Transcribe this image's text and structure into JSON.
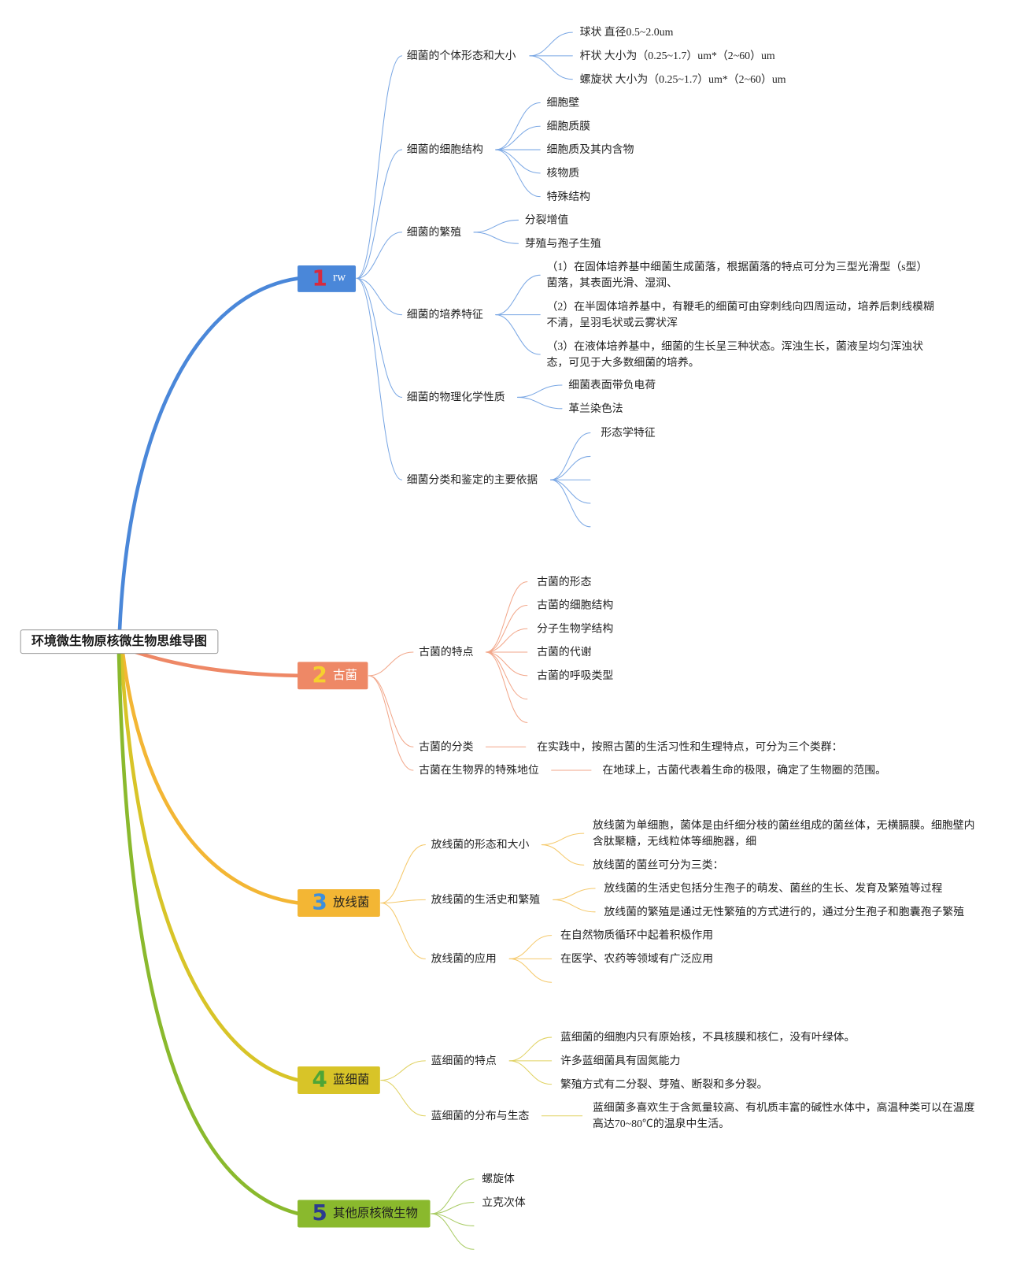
{
  "title": "环境微生物原核微生物思维导图",
  "branches": [
    {
      "number": "1",
      "label": "rw",
      "color": "#4a87d9",
      "line_color": "#7aa7e4",
      "number_color": "#d62a3f",
      "children": [
        {
          "label": "细菌的个体形态和大小",
          "items": [
            "球状 直径0.5~2.0um",
            "杆状 大小为（0.25~1.7）um*（2~60）um",
            "螺旋状 大小为（0.25~1.7）um*（2~60）um"
          ]
        },
        {
          "label": "细菌的细胞结构",
          "items": [
            "细胞壁",
            "细胞质膜",
            "细胞质及其内含物",
            "核物质",
            "特殊结构"
          ]
        },
        {
          "label": "细菌的繁殖",
          "items": [
            "分裂增值",
            "芽殖与孢子生殖"
          ]
        },
        {
          "label": "细菌的培养特征",
          "items": [
            [
              "（1）在固体培养基中细菌生成菌落，根据菌落的特点可分为三型光滑型（s型）",
              "菌落，其表面光滑、湿润、"
            ],
            [
              "（2）在半固体培养基中，有鞭毛的细菌可由穿刺线向四周运动，培养后刺线模糊",
              "不清，呈羽毛状或云雾状浑"
            ],
            [
              "（3）在液体培养基中，细菌的生长呈三种状态。浑浊生长，菌液呈均匀浑浊状",
              "态，可见于大多数细菌的培养。"
            ]
          ]
        },
        {
          "label": "细菌的物理化学性质",
          "items": [
            "细菌表面带负电荷",
            "革兰染色法"
          ]
        },
        {
          "label": "细菌分类和鉴定的主要依据",
          "items": [
            "形态学特征"
          ]
        }
      ]
    },
    {
      "number": "2",
      "label": "古菌",
      "color": "#ee8866",
      "line_color": "#f2a689",
      "number_color": "#f6d02e",
      "children": [
        {
          "label": "古菌的特点",
          "items": [
            "古菌的形态",
            "古菌的细胞结构",
            "分子生物学结构",
            "古菌的代谢",
            "古菌的呼吸类型"
          ]
        },
        {
          "label": "古菌的分类",
          "items": [
            "在实践中，按照古菌的生活习性和生理特点，可分为三个类群："
          ]
        },
        {
          "label": "古菌在生物界的特殊地位",
          "items": [
            "在地球上，古菌代表着生命的极限，确定了生物圈的范围。"
          ]
        }
      ]
    },
    {
      "number": "3",
      "label": "放线菌",
      "color": "#f3b634",
      "line_color": "#f5c96b",
      "number_color": "#3d8fdc",
      "children": [
        {
          "label": "放线菌的形态和大小",
          "items": [
            [
              "放线菌为单细胞，菌体是由纤细分枝的菌丝组成的菌丝体，无横膈膜。细胞壁内",
              "含肽聚糖，无线粒体等细胞器，细"
            ],
            "放线菌的菌丝可分为三类："
          ]
        },
        {
          "label": "放线菌的生活史和繁殖",
          "items": [
            "放线菌的生活史包括分生孢子的萌发、菌丝的生长、发育及繁殖等过程",
            "放线菌的繁殖是通过无性繁殖的方式进行的，通过分生孢子和胞囊孢子繁殖"
          ]
        },
        {
          "label": "放线菌的应用",
          "items": [
            "在自然物质循环中起着积极作用",
            "在医学、农药等领域有广泛应用"
          ]
        }
      ]
    },
    {
      "number": "4",
      "label": "蓝细菌",
      "color": "#d8c428",
      "line_color": "#e0d262",
      "number_color": "#4ea536",
      "children": [
        {
          "label": "蓝细菌的特点",
          "items": [
            "蓝细菌的细胞内只有原始核，不具核膜和核仁，没有叶绿体。",
            "许多蓝细菌具有固氮能力",
            "繁殖方式有二分裂、芽殖、断裂和多分裂。"
          ]
        },
        {
          "label": "蓝细菌的分布与生态",
          "items": [
            [
              "蓝细菌多喜欢生于含氮量较高、有机质丰富的碱性水体中，高温种类可以在温度",
              "高达70~80℃的温泉中生活。"
            ]
          ]
        }
      ]
    },
    {
      "number": "5",
      "label": "其他原核微生物",
      "color": "#8ab92d",
      "line_color": "#a8cb63",
      "number_color": "#2c3b8f",
      "children": [
        {
          "label": "螺旋体"
        },
        {
          "label": "立克次体"
        }
      ]
    }
  ]
}
